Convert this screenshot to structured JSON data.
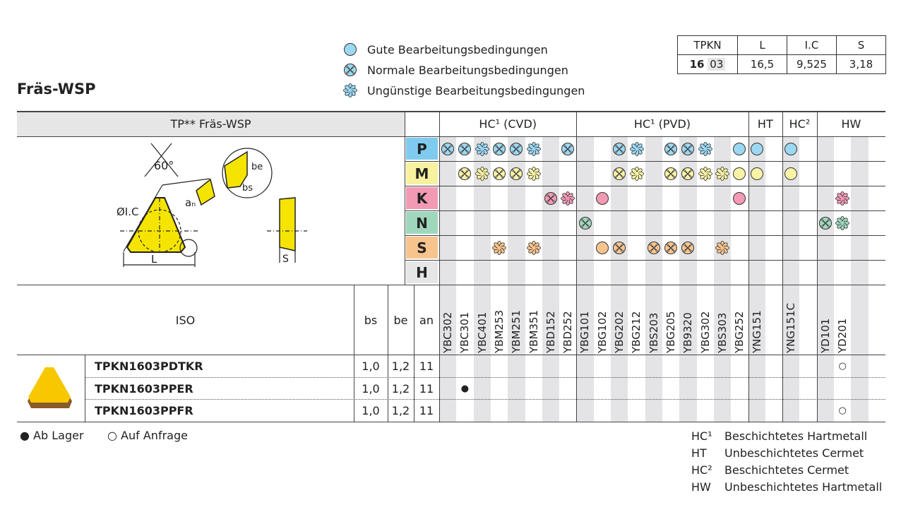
{
  "title": "Fräs-WSP",
  "legend": [
    {
      "kind": "good",
      "label": "Gute Bearbeitungsbedingungen"
    },
    {
      "kind": "normal",
      "label": "Normale Bearbeitungsbedingungen"
    },
    {
      "kind": "bad",
      "label": "Ungünstige Bearbeitungsbedingungen"
    }
  ],
  "legend_color": "#9dd8f2",
  "spec": {
    "headers": [
      "TPKN",
      "L",
      "I.C",
      "S"
    ],
    "size_bold": "16",
    "size_rest": "03",
    "values": [
      "16,5",
      "9,525",
      "3,18"
    ]
  },
  "table": {
    "header_title": "TP** Fräs-WSP",
    "groups": [
      {
        "label": "HC¹ (CVD)",
        "span": 8
      },
      {
        "label": "HC¹ (PVD)",
        "span": 10
      },
      {
        "label": "HT",
        "span": 2
      },
      {
        "label": "HC²",
        "span": 2
      },
      {
        "label": "HW",
        "span": 4
      }
    ],
    "grades": [
      "YBC302",
      "YBC301",
      "YBC401",
      "YBM253",
      "YBM251",
      "YBM351",
      "YBD152",
      "YBD252",
      "YBG101",
      "YBG102",
      "YBG202",
      "YBG212",
      "YBS203",
      "YBG205",
      "YB9320",
      "YBG302",
      "YBS303",
      "YBG252",
      "YNG151",
      "",
      "YNG151C",
      "",
      "YD101",
      "YD201",
      "",
      ""
    ],
    "materials": [
      {
        "letter": "P",
        "bg": "#7fcbef",
        "fill": "#9dd8f2",
        "marks": {
          "0": "normal",
          "1": "normal",
          "2": "bad",
          "3": "normal",
          "4": "normal",
          "5": "bad",
          "7": "normal",
          "10": "normal",
          "11": "bad",
          "13": "normal",
          "14": "normal",
          "15": "bad",
          "17": "good",
          "18": "good",
          "20": "good"
        }
      },
      {
        "letter": "M",
        "bg": "#f7f1a0",
        "fill": "#f8f4a6",
        "marks": {
          "1": "normal",
          "2": "bad",
          "3": "normal",
          "4": "normal",
          "5": "bad",
          "10": "normal",
          "11": "bad",
          "13": "normal",
          "14": "normal",
          "15": "bad",
          "16": "bad",
          "17": "good",
          "18": "good",
          "20": "good"
        }
      },
      {
        "letter": "K",
        "bg": "#f29ab4",
        "fill": "#f29ab4",
        "marks": {
          "6": "normal",
          "7": "bad",
          "9": "good",
          "17": "good",
          "23": "bad"
        }
      },
      {
        "letter": "N",
        "bg": "#9fd7bd",
        "fill": "#9fd7bd",
        "marks": {
          "8": "normal",
          "22": "normal",
          "23": "bad"
        }
      },
      {
        "letter": "S",
        "bg": "#f8c48e",
        "fill": "#f8c48e",
        "marks": {
          "3": "bad",
          "5": "bad",
          "9": "good",
          "10": "normal",
          "12": "normal",
          "13": "normal",
          "14": "normal",
          "16": "bad"
        }
      },
      {
        "letter": "H",
        "bg": "#e6e6e6",
        "fill": "#e6e6e6",
        "marks": {}
      }
    ],
    "iso_header": {
      "iso": "ISO",
      "bs": "bs",
      "be": "be",
      "an": "an"
    },
    "rows": [
      {
        "name": "TPKN1603PDTKR",
        "bs": "1,0",
        "be": "1,2",
        "an": "11",
        "avail": {
          "23": "○"
        }
      },
      {
        "name": "TPKN1603PPER",
        "bs": "1,0",
        "be": "1,2",
        "an": "11",
        "avail": {
          "1": "●"
        }
      },
      {
        "name": "TPKN1603PPFR",
        "bs": "1,0",
        "be": "1,2",
        "an": "11",
        "avail": {
          "23": "○"
        }
      }
    ]
  },
  "diagram": {
    "angle": "60°",
    "ic": "ØI.C",
    "L": "L",
    "an": "aₙ",
    "be": "be",
    "bs": "bs",
    "S": "S"
  },
  "footer": {
    "stock": "● Ab Lager",
    "request": "○ Auf Anfrage"
  },
  "abbrev": [
    {
      "code": "HC¹",
      "desc": "Beschichtetes Hartmetall"
    },
    {
      "code": "HT",
      "desc": "Unbeschichtetes Cermet"
    },
    {
      "code": "HC²",
      "desc": "Beschichtetes Cermet"
    },
    {
      "code": "HW",
      "desc": "Unbeschichtetes Hartmetall"
    }
  ]
}
